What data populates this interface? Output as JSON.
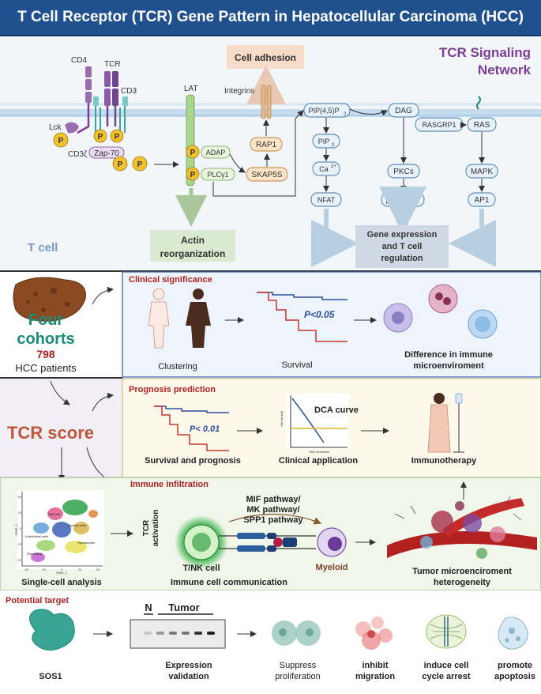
{
  "title": "T Cell Receptor (TCR) Gene Pattern in Hepatocellular Carcinoma (HCC)",
  "signaling": {
    "heading_line1": "TCR Signaling",
    "heading_line2": "Network",
    "cell_label": "T cell",
    "cell_adhesion": "Cell adhesion",
    "receptors": {
      "cd4": "CD4",
      "tcr": "TCR",
      "cd3": "CD3",
      "lck": "Lck",
      "cd3z": "CD3ζ",
      "zap70": "Zap-70",
      "lat": "LAT",
      "integrins": "Integrins",
      "p": "P"
    },
    "nodes": {
      "adap": "ADAP",
      "plcg1": "PLCγ1",
      "rap1": "RAP1",
      "skap5s": "SKAP5S",
      "pip45p2": "PIP(4,5)P",
      "pip45p2_sub": "2",
      "dag": "DAG",
      "rasgrp1": "RASGRP1",
      "ras": "RAS",
      "pip3": "PIP",
      "pip3_sub": "3",
      "ca": "Ca",
      "ca_sup": "2+",
      "pkcs": "PKCs",
      "mapk": "MAPK",
      "nfat": "NFAT",
      "p50": "p50",
      "p65": "p65",
      "ap1": "AP1"
    },
    "actin_line1": "Actin",
    "actin_line2": "reorganization",
    "gene_line1": "Gene expression",
    "gene_line2": "and T cell",
    "gene_line3": "regulation"
  },
  "cohorts": {
    "line1": "Four",
    "line2": "cohorts",
    "count": "798",
    "patients": "HCC patients"
  },
  "clinical": {
    "heading": "Clinical significance",
    "clustering": "Clustering",
    "survival": "Survival",
    "pvalue": "P<0.05",
    "diff_line1": "Difference in immune",
    "diff_line2": "microenviroment"
  },
  "score": {
    "label": "TCR score"
  },
  "prognosis": {
    "heading": "Prognosis prediction",
    "pvalue": "P< 0.01",
    "survival_label": "Survival and prognosis",
    "dca_label": "DCA curve",
    "dca_y": "Net Benefit",
    "dca_x": "Risk threshold",
    "clinical_app": "Clinical application",
    "immunotherapy": "Immunotherapy"
  },
  "infiltration": {
    "heading": "Immune infiltration",
    "single_cell": "Single-cell analysis",
    "pathway1": "MIF pathway/",
    "pathway2": "MK pathway/",
    "pathway3": "SPP1 pathway",
    "tcr_act1": "TCR",
    "tcr_act2": "activation",
    "tnk": "T/NK cell",
    "myeloid": "Myeloid",
    "communication": "Immune cell communication",
    "tumor_line1": "Tumor microenciroment",
    "tumor_line2": "heterogeneity",
    "umap_y": "tSNE_2",
    "umap_x": "tSNE_1",
    "umap_labels": {
      "fibro": "Fibroblasts",
      "endo": "Endothelial cells",
      "hep": "Hepatocytes",
      "tnk": "T/NK cell",
      "mye": "Myeloid cells"
    },
    "ticks_x": [
      "-50",
      "-25",
      "0",
      "25",
      "50"
    ],
    "ticks_y": [
      "-50",
      "-25",
      "0",
      "25",
      "50"
    ]
  },
  "target": {
    "heading": "Potential target",
    "sos1": "SOS1",
    "n": "N",
    "tumor": "Tumor",
    "exp_line1": "Expression",
    "exp_line2": "validation",
    "sup_line1": "Suppress",
    "sup_line2": "proliferation",
    "inh_line1": "inhibit",
    "inh_line2": "migration",
    "cyc_line1": "induce cell",
    "cyc_line2": "cycle arrest",
    "apo_line1": "promote",
    "apo_line2": "apoptosis"
  },
  "colors": {
    "header_bg": "#21508f",
    "purple": "#7b3f98",
    "teal": "#1a8a7a",
    "rust": "#c0573a",
    "dark_red": "#b22222",
    "blue_line": "#2c4f9e",
    "red_line": "#c8352d",
    "membrane": "#b9d3ea",
    "node_fill": "#e7f2fb",
    "node_stroke": "#3b73a8",
    "p_yellow": "#f2c12e",
    "green": "#8fbf7a",
    "panel_blue": "#edf4fb",
    "panel_yellow": "#fdf8ea",
    "panel_green": "#f0f6ea"
  }
}
